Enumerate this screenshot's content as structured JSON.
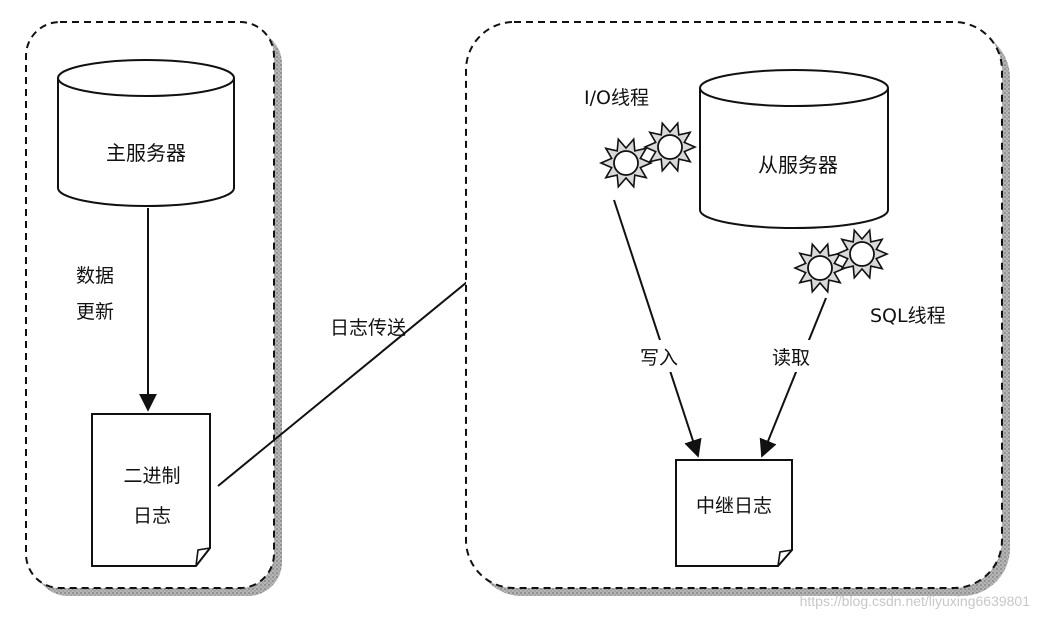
{
  "labels": {
    "master_db": "主服务器",
    "data_update_line1": "数据",
    "data_update_line2": "更新",
    "binary_log_line1": "二进制",
    "binary_log_line2": "日志",
    "log_transfer": "日志传送",
    "io_thread": "I/O线程",
    "slave_db": "从服务器",
    "sql_thread": "SQL线程",
    "write": "写入",
    "read": "读取",
    "relay_log": "中继日志"
  },
  "watermark": "https://blog.csdn.net/liyuxing6639801",
  "caption": "",
  "colors": {
    "ink": "#111111",
    "shadow": "#9a9a9a",
    "background": "#ffffff"
  },
  "icons": {
    "thread": "gear-sun-icon",
    "page": "document-icon",
    "database": "cylinder-database-icon"
  }
}
